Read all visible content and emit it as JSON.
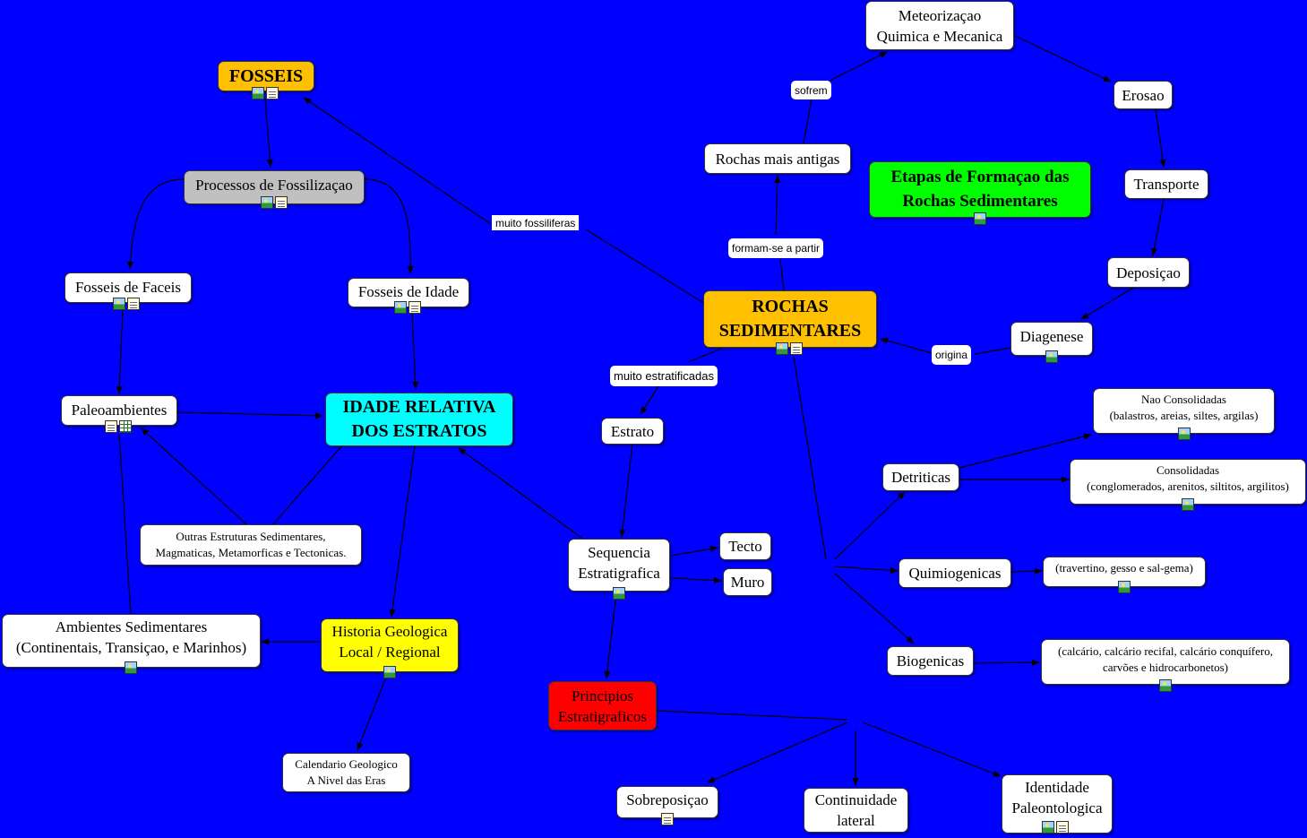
{
  "colors": {
    "background": "#0000ff",
    "orange": "#ffc000",
    "gray": "#c0c0c0",
    "cyan": "#00ffff",
    "yellow": "#ffff00",
    "red": "#ff0000",
    "green": "#00ff00",
    "white": "#ffffff"
  },
  "nodes": {
    "fosseis": {
      "text": "FOSSEIS"
    },
    "processos": {
      "text": "Processos de Fossilizaçao"
    },
    "fosseis_faceis": {
      "text": "Fosseis de Faceis"
    },
    "fosseis_idade": {
      "text": "Fosseis de Idade"
    },
    "paleoambientes": {
      "text": "Paleoambientes"
    },
    "idade_relativa": {
      "text": "IDADE RELATIVA\nDOS ESTRATOS"
    },
    "outras": {
      "text": "Outras Estruturas Sedimentares,\nMagmaticas, Metamorficas e Tectonicas."
    },
    "ambientes": {
      "text": "Ambientes Sedimentares\n(Continentais, Transiçao, e Marinhos)"
    },
    "historia": {
      "text": "Historia Geologica\nLocal / Regional"
    },
    "calendario": {
      "text": "Calendario Geologico\nA Nivel das Eras"
    },
    "rochas": {
      "text": "ROCHAS\nSEDIMENTARES"
    },
    "rochas_antigas": {
      "text": "Rochas mais antigas"
    },
    "meteorizacao": {
      "text": "Meteorizaçao\nQuimica e Mecanica"
    },
    "erosao": {
      "text": "Erosao"
    },
    "transporte": {
      "text": "Transporte"
    },
    "deposicao": {
      "text": "Deposiçao"
    },
    "diagenese": {
      "text": "Diagenese"
    },
    "etapas": {
      "text": "Etapas de Formaçao das\nRochas Sedimentares"
    },
    "estrato": {
      "text": "Estrato"
    },
    "sequencia": {
      "text": "Sequencia\nEstratigrafica"
    },
    "tecto": {
      "text": "Tecto"
    },
    "muro": {
      "text": "Muro"
    },
    "principios": {
      "text": "Principios\nEstratigraficos"
    },
    "sobreposicao": {
      "text": "Sobreposiçao"
    },
    "continuidade": {
      "text": "Continuidade\nlateral"
    },
    "identidade": {
      "text": "Identidade\nPaleontologica"
    },
    "detriticas": {
      "text": "Detriticas"
    },
    "nao_consolidadas": {
      "text": "Nao Consolidadas\n(balastros, areias, siltes, argilas)"
    },
    "consolidadas": {
      "text": "Consolidadas\n(conglomerados, arenitos, siltitos, argilitos)"
    },
    "quimiogenicas": {
      "text": "Quimiogenicas"
    },
    "travertino": {
      "text": "(travertino, gesso e sal-gema)"
    },
    "biogenicas": {
      "text": "Biogenicas"
    },
    "calcario": {
      "text": "(calcário, calcário recifal, calcário conquífero,\ncarvões e hidrocarbonetos)"
    }
  },
  "labels": {
    "muito_fossiliferas": "muito fossiliferas",
    "formam_se": "formam-se a partir",
    "sofrem": "sofrem",
    "origina": "origina",
    "muito_estratificadas": "muito estratificadas"
  },
  "icon_names": {
    "img": "image-icon",
    "doc": "document-icon",
    "tbl": "table-icon"
  }
}
